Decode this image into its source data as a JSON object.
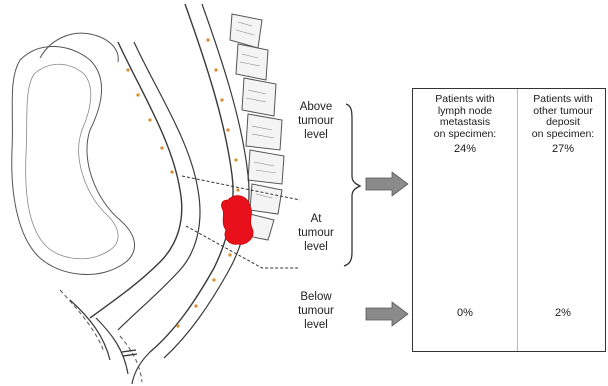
{
  "levels": {
    "above": [
      "Above",
      "tumour",
      "level"
    ],
    "at": [
      "At",
      "tumour",
      "level"
    ],
    "below": [
      "Below",
      "tumour",
      "level"
    ]
  },
  "table": {
    "columns": [
      {
        "header": [
          "Patients with",
          "lymph node",
          "metastasis",
          "on specimen:"
        ],
        "above_value": "24%",
        "below_value": "0%"
      },
      {
        "header": [
          "Patients with",
          "other tumour",
          "deposit",
          "on specimen:"
        ],
        "above_value": "27%",
        "below_value": "2%"
      }
    ]
  },
  "colors": {
    "tumour": "#e8101a",
    "arrow": "#8a8a8a",
    "line": "#3a3a3a"
  }
}
